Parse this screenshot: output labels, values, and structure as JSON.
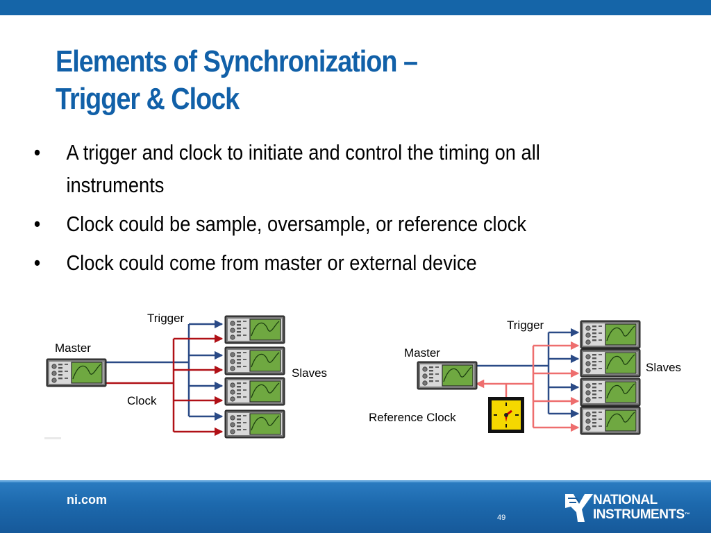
{
  "slide": {
    "title_line1": "Elements of Synchronization –",
    "title_line2": "Trigger & Clock",
    "bullets": [
      "A trigger and clock to initiate and control the timing on all instruments",
      "Clock could be sample, oversample, or reference clock",
      "Clock could come from master or external device"
    ],
    "bullet_symbol": "•"
  },
  "diagram_left": {
    "trigger_label": "Trigger",
    "master_label": "Master",
    "clock_label": "Clock",
    "slaves_label": "Slaves",
    "slave_count": 4
  },
  "diagram_right": {
    "trigger_label": "Trigger",
    "master_label": "Master",
    "reference_clock_label": "Reference Clock",
    "slaves_label": "Slaves",
    "slave_count": 4,
    "reference_clock_icon": "clock-icon"
  },
  "colors": {
    "accent_blue": "#1565a8",
    "title_blue": "#1160a8",
    "trigger_line": "#2a4a86",
    "clock_line_dark": "#b01016",
    "clock_line_light": "#ee6e6e",
    "instrument_body": "#4a4a4a",
    "screen_green": "#7bb34b",
    "clock_yellow": "#f5d800"
  },
  "footer": {
    "site": "ni.com",
    "page_number": "49",
    "logo_line1": "NATIONAL",
    "logo_line2": "INSTRUMENTS",
    "logo_tm": "™"
  }
}
